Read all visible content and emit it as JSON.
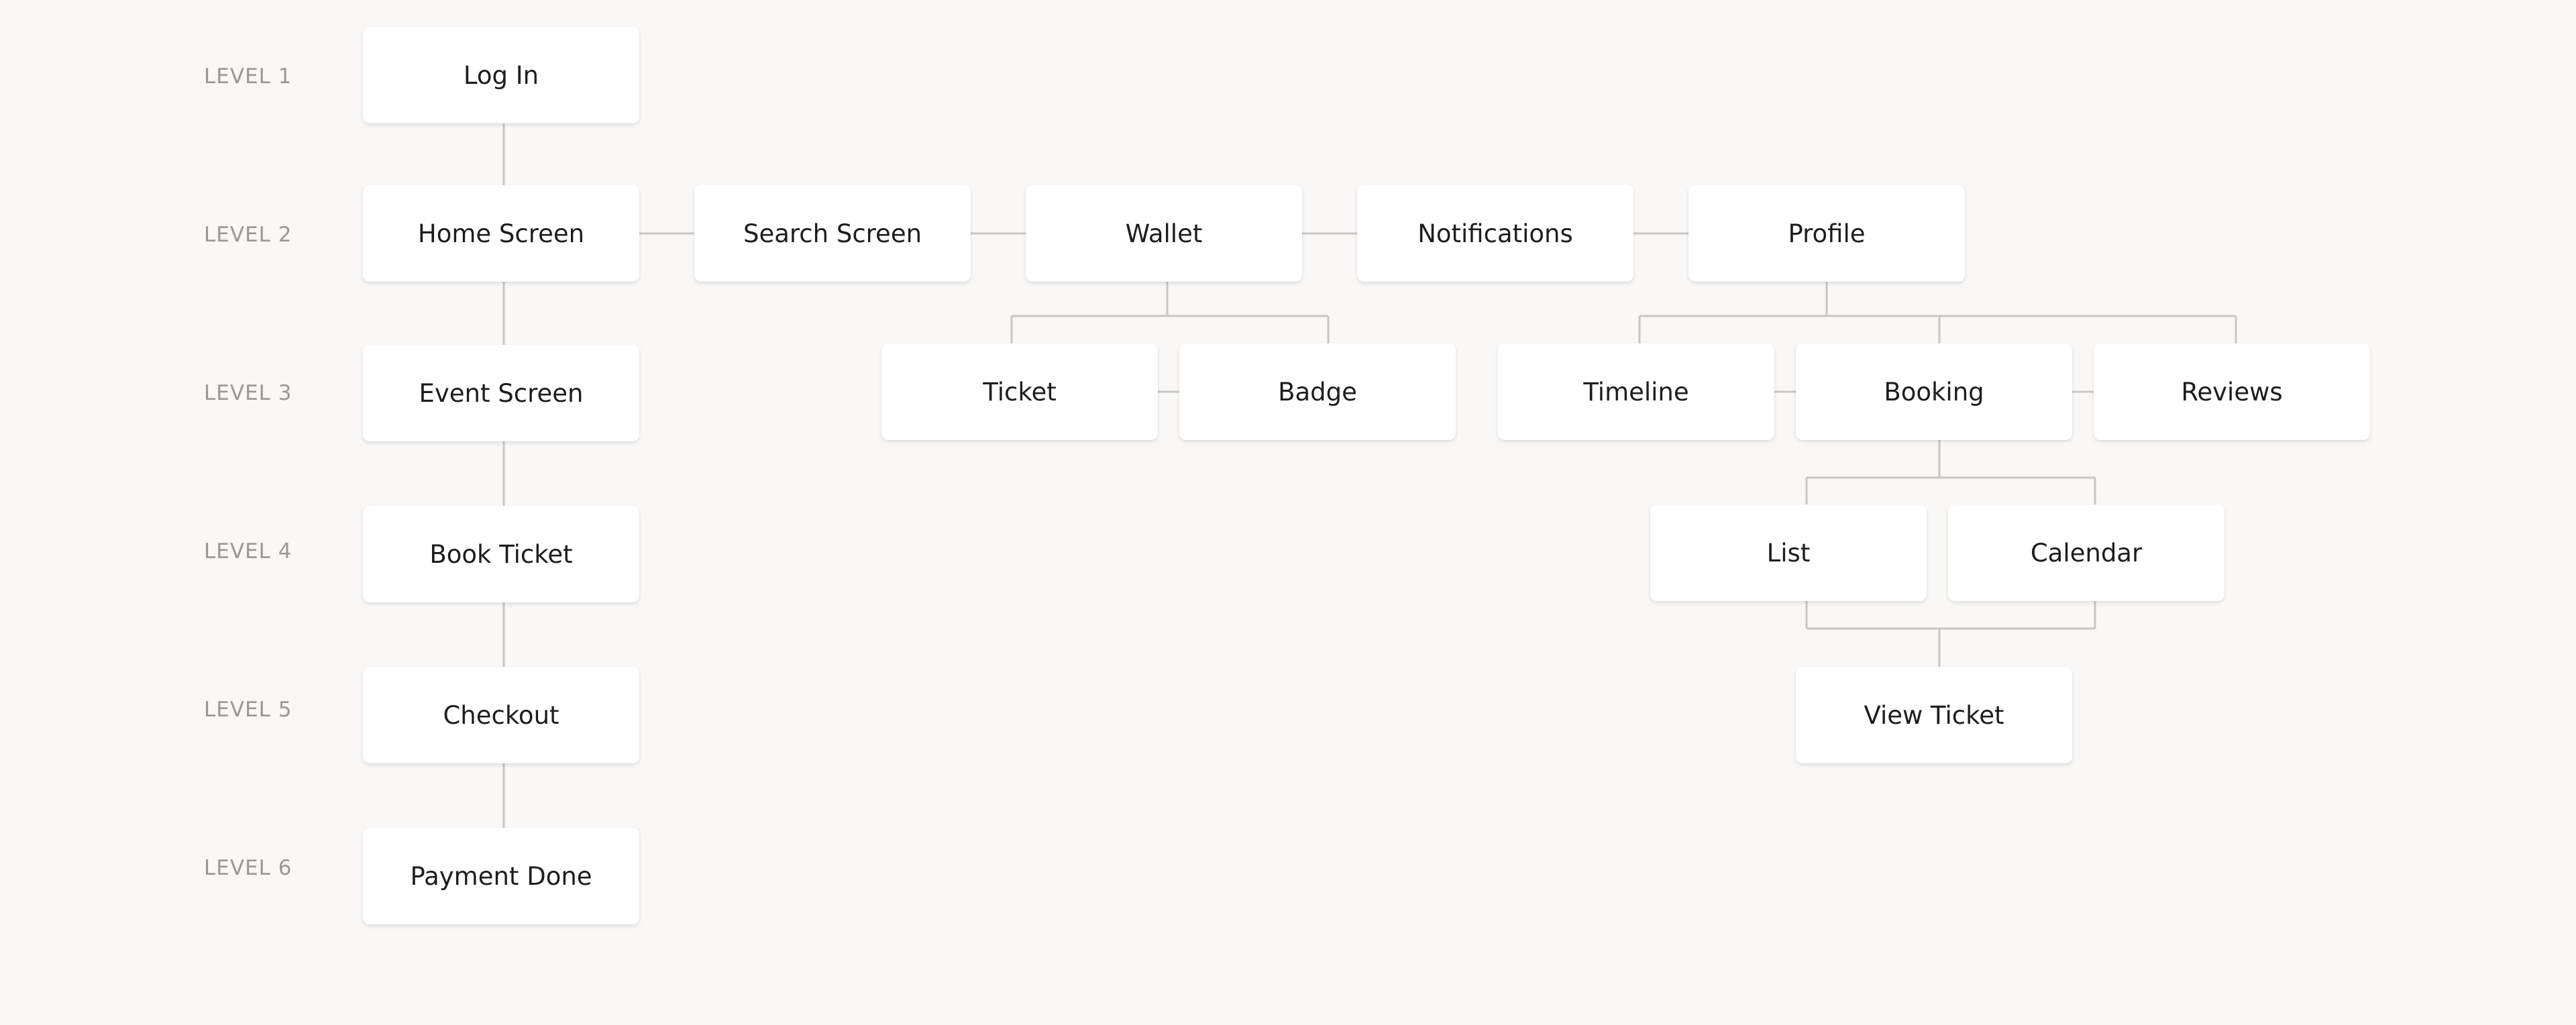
{
  "levels": [
    {
      "id": "level-1",
      "label": "LEVEL 1"
    },
    {
      "id": "level-2",
      "label": "LEVEL 2"
    },
    {
      "id": "level-3",
      "label": "LEVEL 3"
    },
    {
      "id": "level-4",
      "label": "LEVEL 4"
    },
    {
      "id": "level-5",
      "label": "LEVEL 5"
    },
    {
      "id": "level-6",
      "label": "LEVEL 6"
    }
  ],
  "nodes": {
    "login": {
      "label": "Log In",
      "level": 1
    },
    "home": {
      "label": "Home Screen",
      "level": 2
    },
    "search": {
      "label": "Search Screen",
      "level": 2
    },
    "wallet": {
      "label": "Wallet",
      "level": 2
    },
    "notifications": {
      "label": "Notifications",
      "level": 2
    },
    "profile": {
      "label": "Profile",
      "level": 2
    },
    "event": {
      "label": "Event Screen",
      "level": 3
    },
    "ticket": {
      "label": "Ticket",
      "level": 3
    },
    "badge": {
      "label": "Badge",
      "level": 3
    },
    "timeline": {
      "label": "Timeline",
      "level": 3
    },
    "booking": {
      "label": "Booking",
      "level": 3
    },
    "reviews": {
      "label": "Reviews",
      "level": 3
    },
    "book_ticket": {
      "label": "Book Ticket",
      "level": 4
    },
    "list": {
      "label": "List",
      "level": 4
    },
    "calendar": {
      "label": "Calendar",
      "level": 4
    },
    "checkout": {
      "label": "Checkout",
      "level": 5
    },
    "view_ticket": {
      "label": "View Ticket",
      "level": 5
    },
    "payment_done": {
      "label": "Payment Done",
      "level": 6
    }
  },
  "edges": [
    [
      "login",
      "home"
    ],
    [
      "home",
      "search"
    ],
    [
      "search",
      "wallet"
    ],
    [
      "wallet",
      "notifications"
    ],
    [
      "notifications",
      "profile"
    ],
    [
      "home",
      "event"
    ],
    [
      "wallet",
      "ticket"
    ],
    [
      "wallet",
      "badge"
    ],
    [
      "ticket",
      "badge"
    ],
    [
      "profile",
      "timeline"
    ],
    [
      "profile",
      "booking"
    ],
    [
      "profile",
      "reviews"
    ],
    [
      "timeline",
      "booking"
    ],
    [
      "booking",
      "reviews"
    ],
    [
      "event",
      "book_ticket"
    ],
    [
      "booking",
      "list"
    ],
    [
      "booking",
      "calendar"
    ],
    [
      "book_ticket",
      "checkout"
    ],
    [
      "list",
      "view_ticket"
    ],
    [
      "calendar",
      "view_ticket"
    ],
    [
      "checkout",
      "payment_done"
    ]
  ]
}
